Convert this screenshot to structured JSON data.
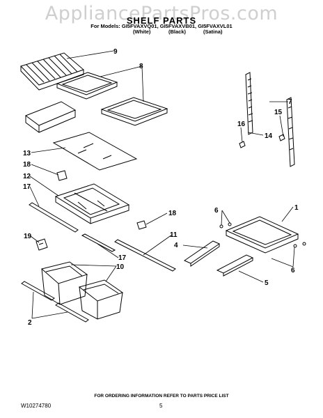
{
  "watermark": "AppliancePartsPros.com",
  "header": {
    "title": "SHELF PARTS",
    "models_line": "For Models: GI5FVAXVQ01, GI5FVAXVB01, GI5FVAXVL01",
    "colors": [
      "(White)",
      "(Black)",
      "(Satina)"
    ]
  },
  "callouts": [
    "9",
    "8",
    "7",
    "15",
    "16",
    "14",
    "13",
    "18",
    "12",
    "17",
    "18",
    "1",
    "6",
    "11",
    "4",
    "19",
    "17",
    "10",
    "6",
    "5",
    "2"
  ],
  "footer": {
    "ordering_note": "FOR ORDERING INFORMATION REFER TO PARTS PRICE LIST",
    "doc_number": "W10274780",
    "page_number": "5"
  }
}
